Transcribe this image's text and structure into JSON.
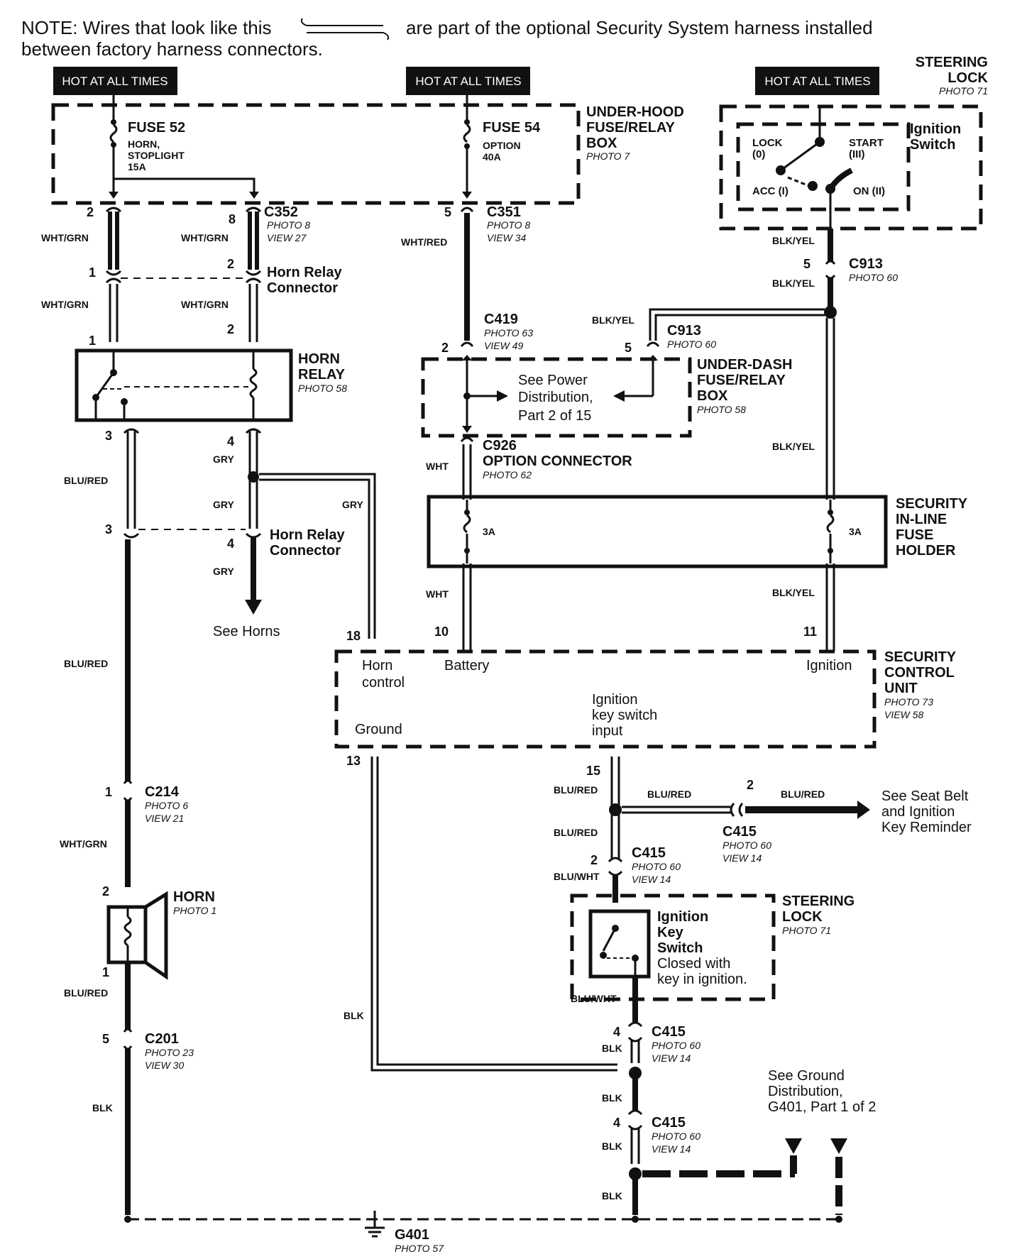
{
  "note": {
    "line1_before": "NOTE: Wires that look like this",
    "line1_after": "are part of the optional Security System harness installed",
    "line2": "between factory harness connectors."
  },
  "hot_labels": [
    "HOT AT ALL TIMES",
    "HOT AT ALL TIMES",
    "HOT AT ALL TIMES"
  ],
  "steering_lock_top": {
    "l1": "STEERING",
    "l2": "LOCK",
    "photo": "PHOTO 71"
  },
  "ignition_switch": {
    "title1": "Ignition",
    "title2": "Switch",
    "lock": "LOCK",
    "lock_n": "(0)",
    "start": "START",
    "start_n": "(III)",
    "acc": "ACC (I)",
    "on": "ON (II)"
  },
  "fuse52": {
    "name": "FUSE 52",
    "l1": "HORN,",
    "l2": "STOPLIGHT",
    "l3": "15A"
  },
  "fuse54": {
    "name": "FUSE 54",
    "l1": "OPTION",
    "l2": "40A"
  },
  "underhood_box": {
    "l1": "UNDER-HOOD",
    "l2": "FUSE/RELAY",
    "l3": "BOX",
    "photo": "PHOTO 7"
  },
  "c352": {
    "name": "C352",
    "photo": "PHOTO 8",
    "view": "VIEW 27"
  },
  "c351": {
    "name": "C351",
    "photo": "PHOTO 8",
    "view": "VIEW 34"
  },
  "horn_relay_conn_1": {
    "l1": "Horn Relay",
    "l2": "Connector"
  },
  "horn_relay_conn_2": {
    "l1": "Horn Relay",
    "l2": "Connector"
  },
  "horn_relay": {
    "l1": "HORN",
    "l2": "RELAY",
    "photo": "PHOTO 58"
  },
  "c913_a": {
    "name": "C913",
    "photo": "PHOTO 60"
  },
  "c913_b": {
    "name": "C913",
    "photo": "PHOTO 60"
  },
  "c419": {
    "name": "C419",
    "photo": "PHOTO 63",
    "view": "VIEW 49"
  },
  "underdash_box": {
    "l1": "UNDER-DASH",
    "l2": "FUSE/RELAY",
    "l3": "BOX",
    "photo": "PHOTO 58"
  },
  "power_dist": {
    "l1": "See Power",
    "l2": "Distribution,",
    "l3": "Part 2 of 15"
  },
  "c926": {
    "name": "C926",
    "l1": "OPTION CONNECTOR",
    "photo": "PHOTO 62"
  },
  "security_fuse_holder": {
    "l1": "SECURITY",
    "l2": "IN-LINE",
    "l3": "FUSE",
    "l4": "HOLDER",
    "fuse_a": "3A",
    "fuse_b": "3A"
  },
  "see_horns": "See Horns",
  "security_unit": {
    "l1": "SECURITY",
    "l2": "CONTROL",
    "l3": "UNIT",
    "photo": "PHOTO 73",
    "view": "VIEW 58",
    "horn_control_1": "Horn",
    "horn_control_2": "control",
    "battery": "Battery",
    "ignition": "Ignition",
    "key_1": "Ignition",
    "key_2": "key switch",
    "key_3": "input",
    "ground": "Ground"
  },
  "c214": {
    "name": "C214",
    "photo": "PHOTO 6",
    "view": "VIEW 21"
  },
  "horn": {
    "name": "HORN",
    "photo": "PHOTO 1"
  },
  "c201": {
    "name": "C201",
    "photo": "PHOTO 23",
    "view": "VIEW 30"
  },
  "c415_a": {
    "name": "C415",
    "photo": "PHOTO 60",
    "view": "VIEW 14"
  },
  "c415_b": {
    "name": "C415",
    "photo": "PHOTO 60",
    "view": "VIEW 14"
  },
  "c415_c": {
    "name": "C415",
    "photo": "PHOTO 60",
    "view": "VIEW 14"
  },
  "c415_d": {
    "name": "C415",
    "photo": "PHOTO 60",
    "view": "VIEW 14"
  },
  "seat_belt": {
    "l1": "See Seat Belt",
    "l2": "and Ignition",
    "l3": "Key Reminder"
  },
  "steering_lock_mid": {
    "l1": "STEERING",
    "l2": "LOCK",
    "photo": "PHOTO 71"
  },
  "key_switch": {
    "l1": "Ignition",
    "l2": "Key",
    "l3": "Switch",
    "l4": "Closed with",
    "l5": "key in ignition."
  },
  "ground_dist": {
    "l1": "See Ground",
    "l2": "Distribution,",
    "l3": "G401, Part 1 of 2"
  },
  "g401": {
    "name": "G401",
    "photo": "PHOTO 57"
  },
  "wires": {
    "wht_grn": "WHT/GRN",
    "wht_red": "WHT/RED",
    "blk_yel": "BLK/YEL",
    "blu_red": "BLU/RED",
    "gry": "GRY",
    "wht": "WHT",
    "blk": "BLK",
    "blu_wht": "BLU/WHT"
  },
  "pins": {
    "p1": "1",
    "p2": "2",
    "p3": "3",
    "p4": "4",
    "p5": "5",
    "p8": "8",
    "p10": "10",
    "p11": "11",
    "p13": "13",
    "p15": "15",
    "p18": "18"
  }
}
